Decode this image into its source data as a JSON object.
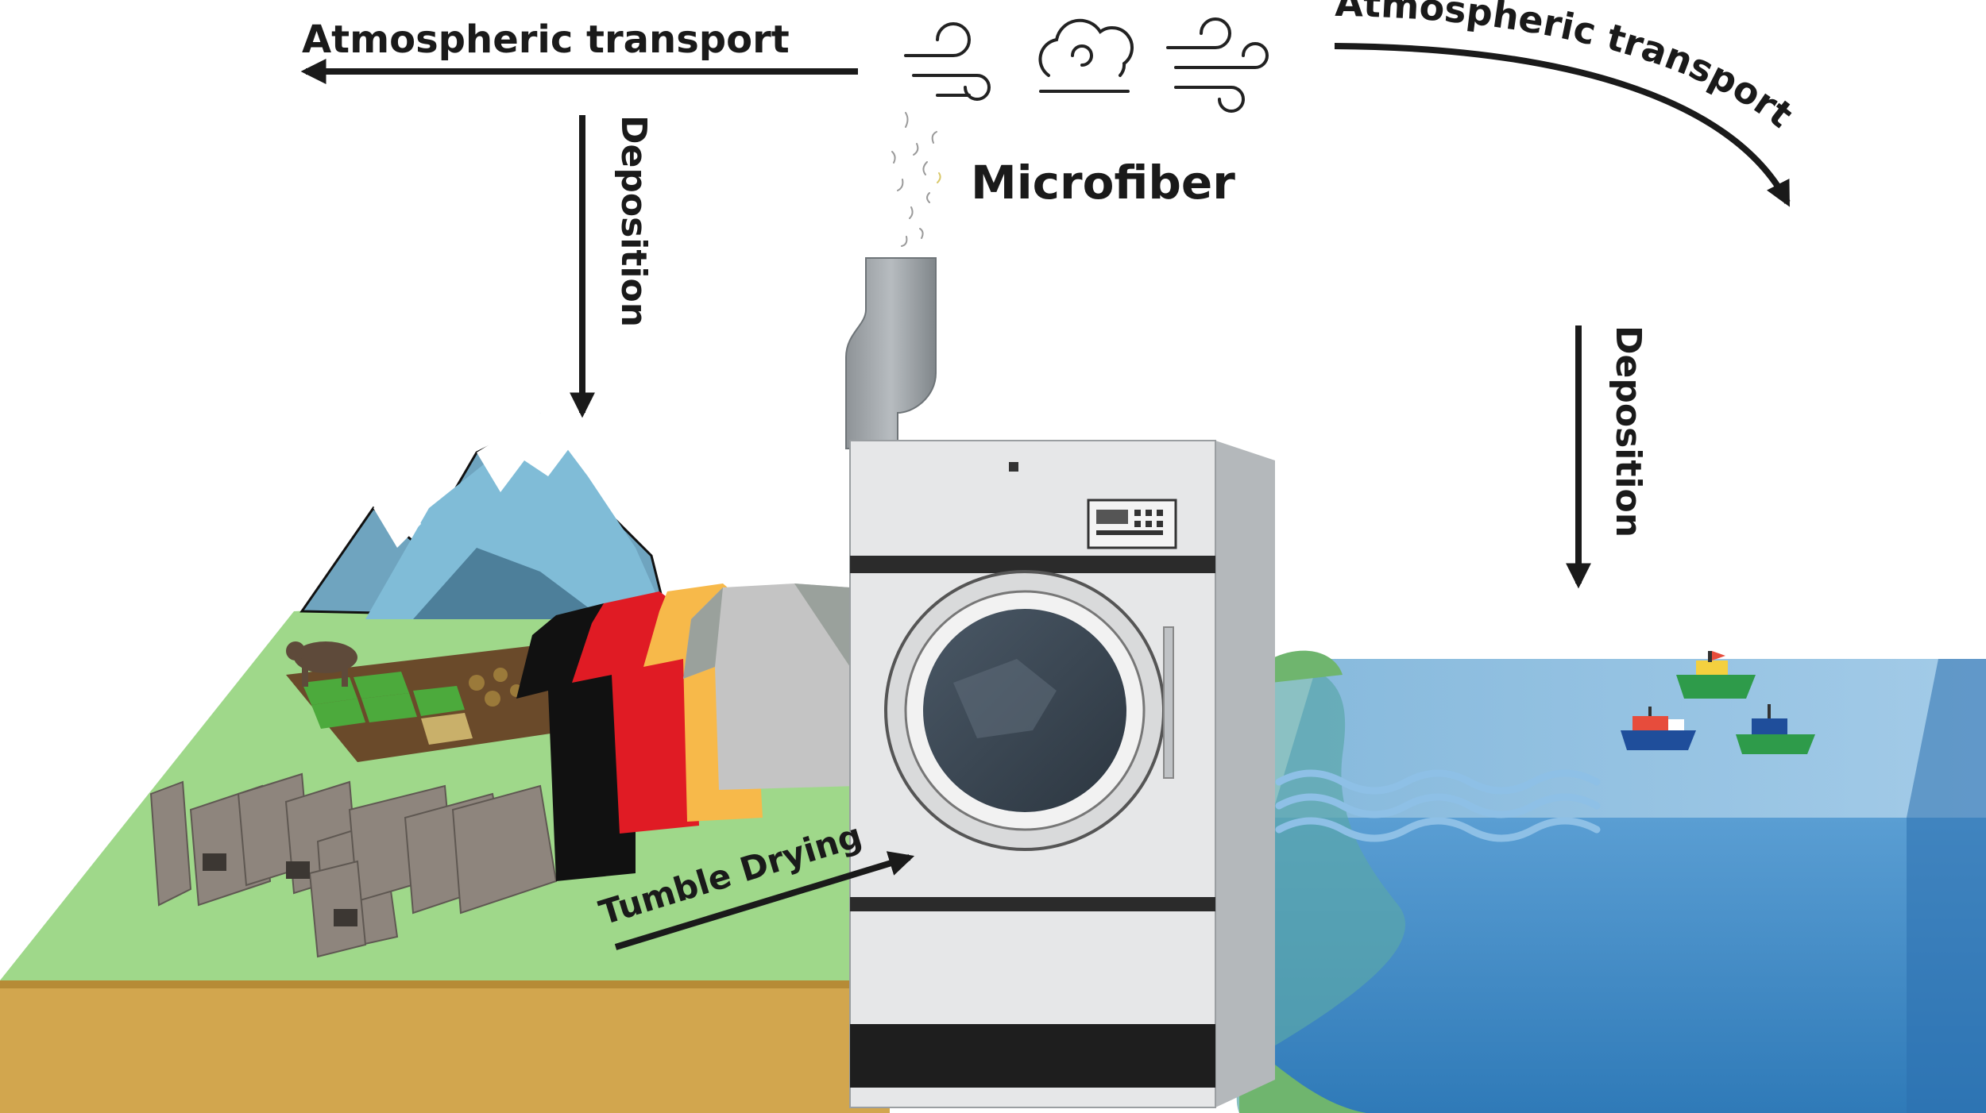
{
  "labels": {
    "atm_left": "Atmospheric transport",
    "atm_right": "Atmospheric transport",
    "deposition_left": "Deposition",
    "deposition_right": "Deposition",
    "microfiber": "Microfiber",
    "tumble_drying": "Tumble Drying"
  },
  "colors": {
    "grass": "#9fd88a",
    "soil": "#d2a64e",
    "water_surface": "#9cc4e4",
    "water_deep": "#3f88c2",
    "mountain": "#7fbcd6",
    "dryer_body": "#e6e7e8",
    "arrow": "#1a1a1a"
  },
  "icons": [
    "wind-icon",
    "cloud-icon",
    "wind-icon"
  ]
}
